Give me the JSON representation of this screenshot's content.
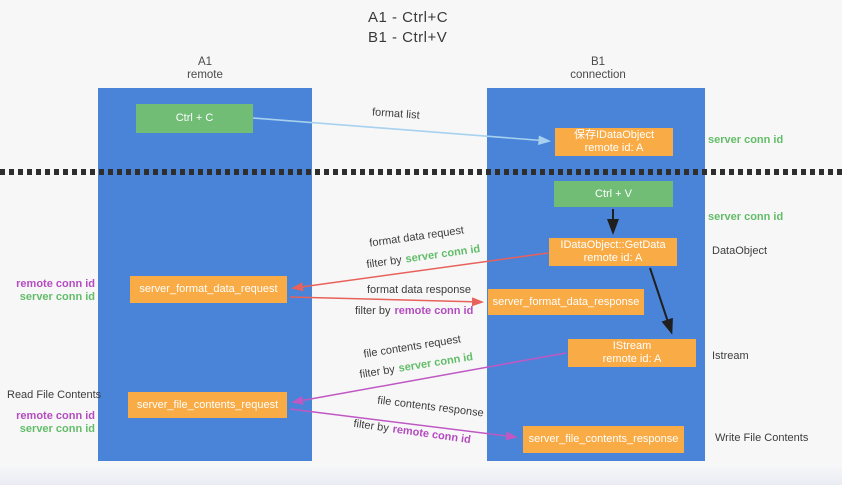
{
  "title": {
    "line1": "A1 - Ctrl+C",
    "line2": "B1 - Ctrl+V"
  },
  "lanes": {
    "a1": {
      "name": "A1",
      "subtitle": "remote"
    },
    "b1": {
      "name": "B1",
      "subtitle": "connection"
    }
  },
  "nodes": {
    "ctrl_c": {
      "label": "Ctrl + C"
    },
    "ctrl_v": {
      "label": "Ctrl + V"
    },
    "save_dataobject": {
      "line1": "保存IDataObject",
      "line2": "remote id: A"
    },
    "getdata": {
      "line1": "IDataObject::GetData",
      "line2": "remote id: A"
    },
    "istream": {
      "line1": "IStream",
      "line2": "remote id: A"
    },
    "server_format_data_request": {
      "label": "server_format_data_request"
    },
    "server_format_data_response": {
      "label": "server_format_data_response"
    },
    "server_file_contents_request": {
      "label": "server_file_contents_request"
    },
    "server_file_contents_response": {
      "label": "server_file_contents_response"
    }
  },
  "edge_labels": {
    "format_list": "format list",
    "format_data_request": "format data request",
    "format_data_response": "format data response",
    "file_contents_request": "file contents request",
    "file_contents_response": "file contents response",
    "filter_by": "filter by",
    "server_conn_id": "server conn id",
    "remote_conn_id": "remote conn id"
  },
  "side_labels": {
    "left_remote_conn_id_1": "remote conn id",
    "left_server_conn_id_1": "server conn id",
    "read_file_contents": "Read File Contents",
    "left_remote_conn_id_2": "remote conn id",
    "left_server_conn_id_2": "server conn id",
    "right_server_conn_id_1": "server conn id",
    "right_server_conn_id_2": "server conn id",
    "dataobject": "DataObject",
    "istream": "Istream",
    "write_file_contents": "Write File Contents"
  },
  "colors": {
    "lane_blue": "#4a84d8",
    "node_green": "#71bd76",
    "node_orange": "#f9ab45",
    "arrow_light_blue": "#a7d1ef",
    "arrow_red": "#e8615a",
    "arrow_magenta": "#bf58c3",
    "arrow_black": "#1f1f1f",
    "conn_id_green": "#63bd68",
    "conn_id_purple": "#b44cc0",
    "text_dark": "#3d3d3d",
    "background": "#f7f7f8"
  }
}
